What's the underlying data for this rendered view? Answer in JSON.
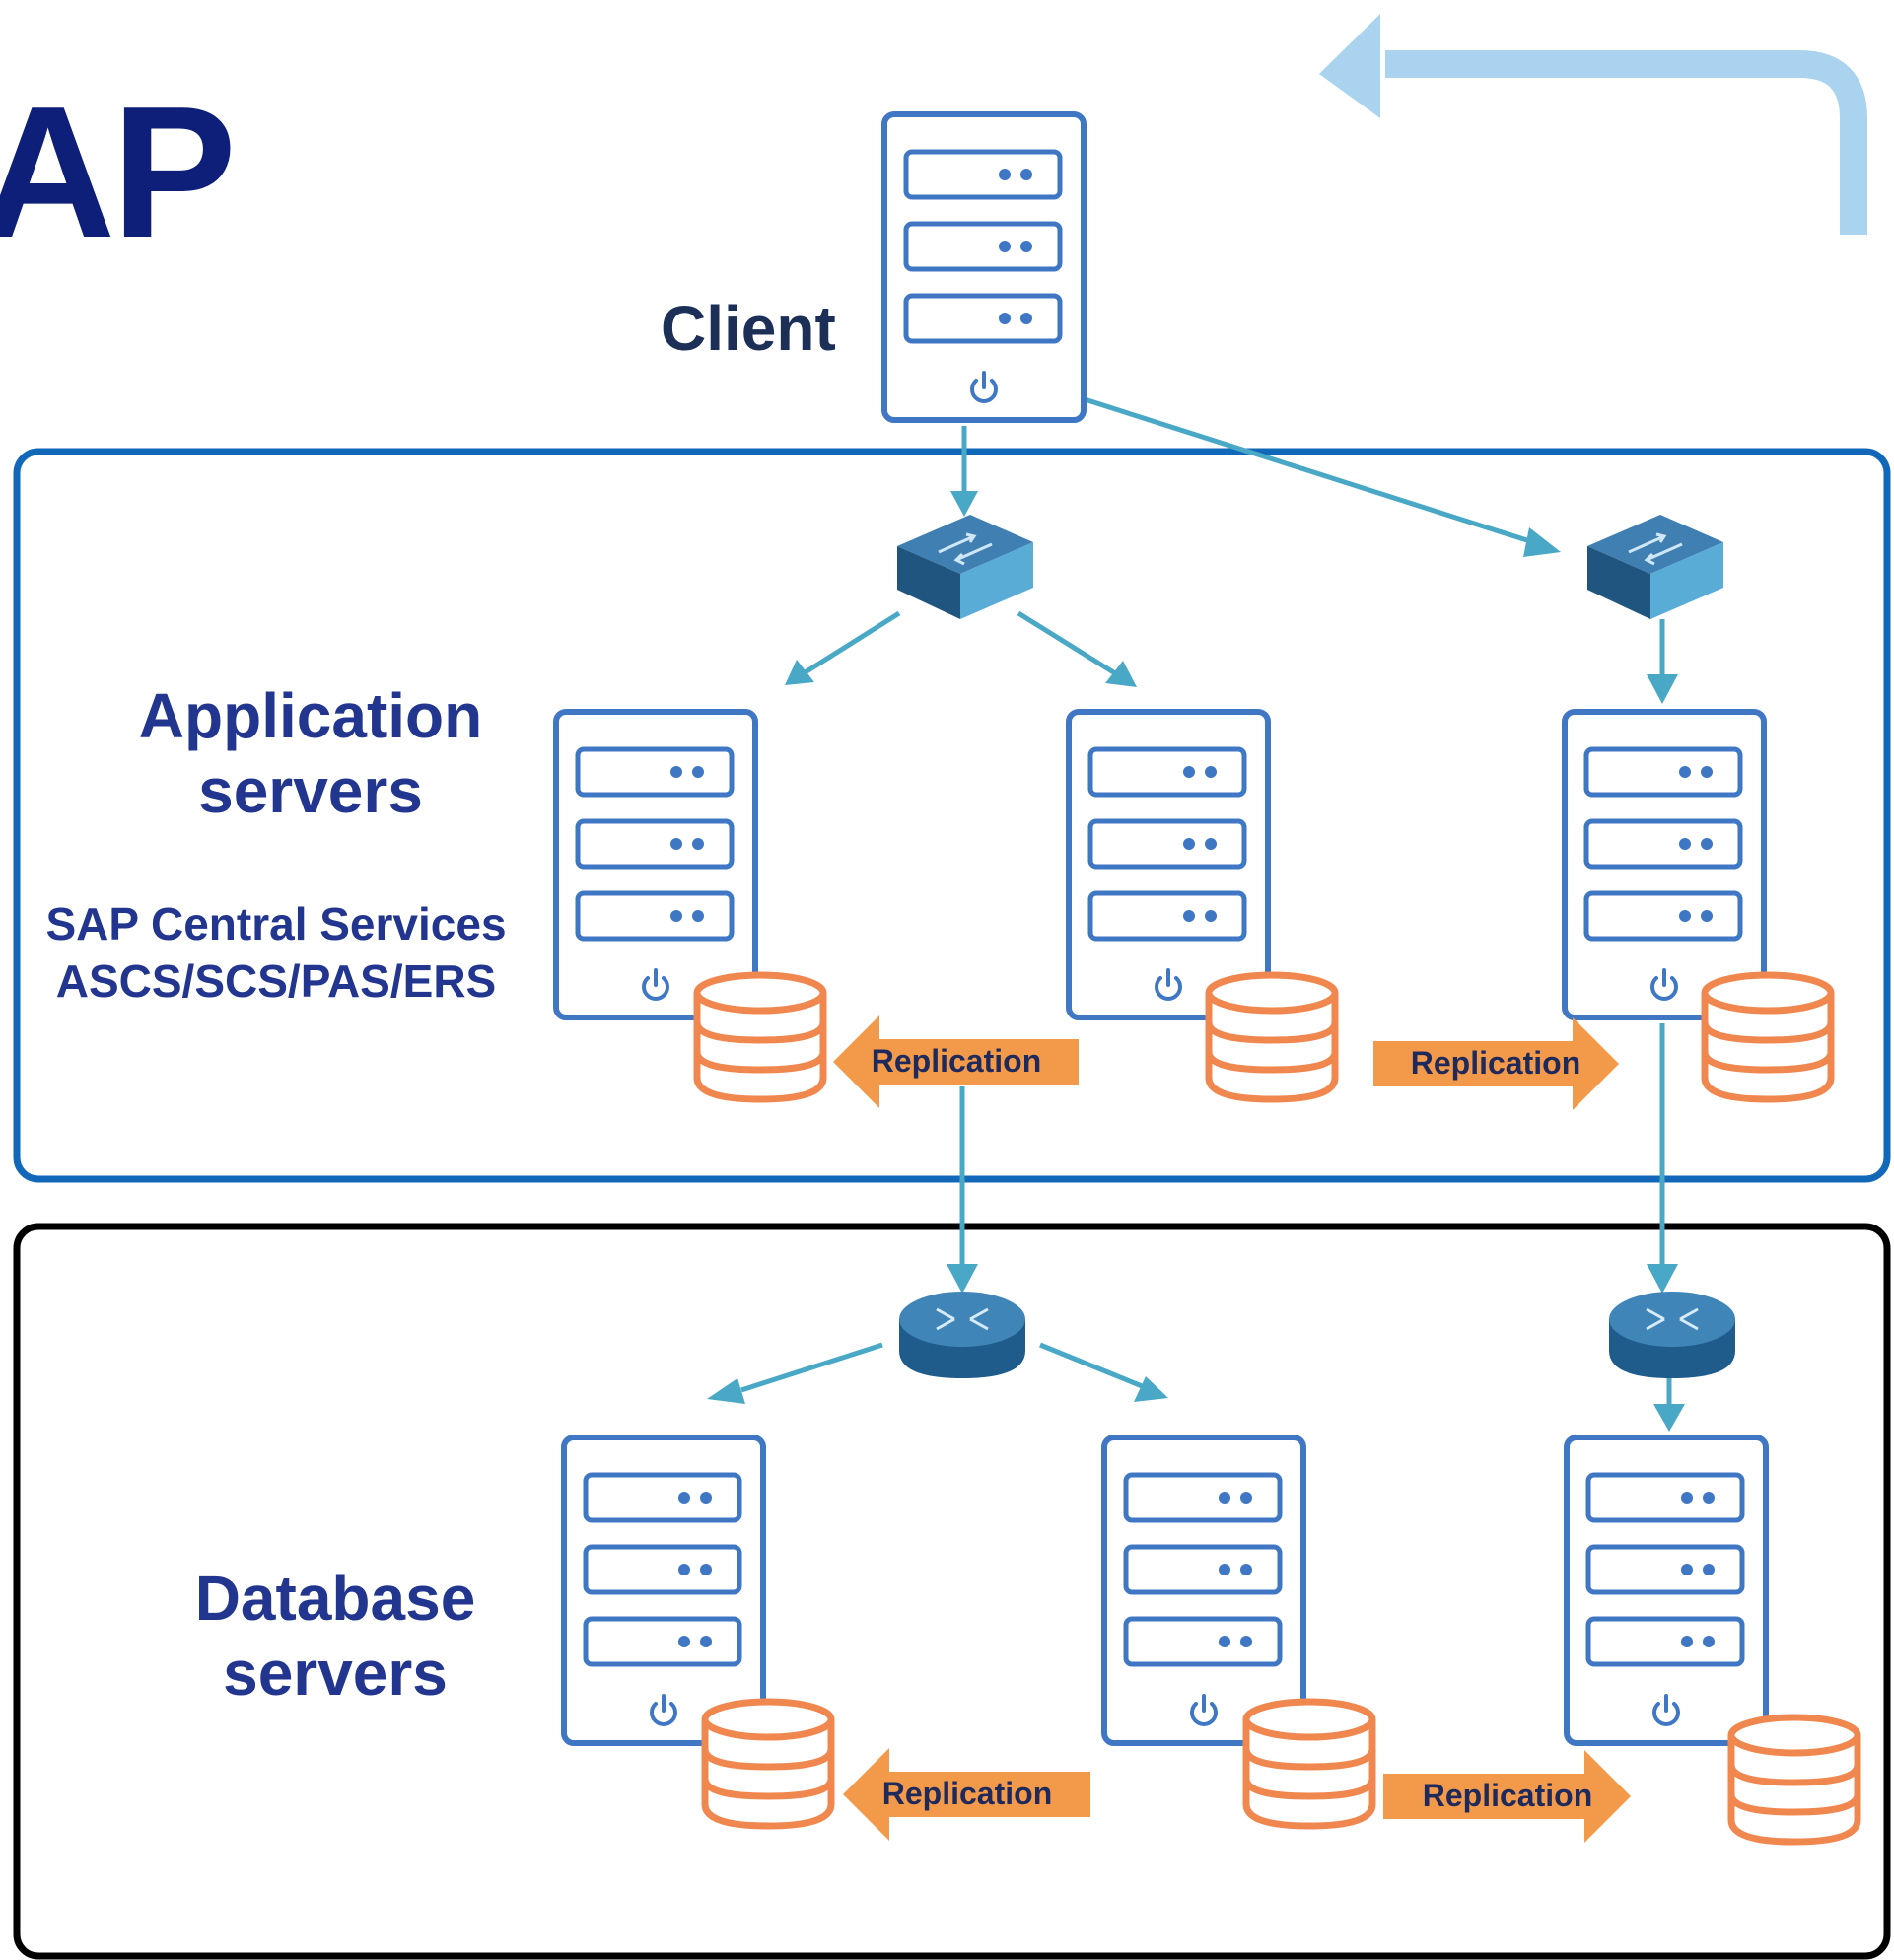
{
  "title": "AP",
  "client": {
    "label": "Client"
  },
  "app_tier": {
    "label_line1": "Application",
    "label_line2": "servers",
    "services_line1": "SAP Central Services",
    "services_line2": "ASCS/SCS/PAS/ERS",
    "replication_left": "Replication",
    "replication_right": "Replication"
  },
  "db_tier": {
    "label_line1": "Database",
    "label_line2": "servers",
    "replication_left": "Replication",
    "replication_right": "Replication"
  },
  "icons": {
    "server": "server-icon",
    "database": "database-icon",
    "switch": "network-switch-icon",
    "router": "router-icon",
    "back": "back-arrow-icon"
  },
  "colors": {
    "title": "#0d1f78",
    "server_outline": "#3f77c4",
    "app_frame": "#1168b8",
    "db_frame": "#000000",
    "connector": "#49a8c6",
    "database": "#f0874f",
    "replication_arrow": "#f39a4a",
    "network_device": "#2a6fa0"
  }
}
